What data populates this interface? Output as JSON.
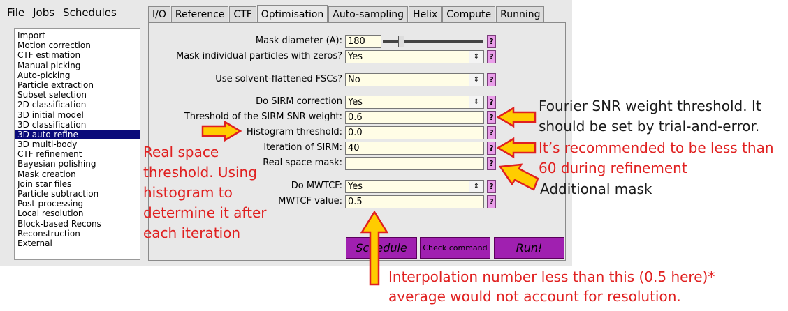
{
  "menu": [
    "File",
    "Jobs",
    "Schedules"
  ],
  "jobs": [
    "Import",
    "Motion correction",
    "CTF estimation",
    "Manual picking",
    "Auto-picking",
    "Particle extraction",
    "Subset selection",
    "2D classification",
    "3D initial model",
    "3D classification",
    "3D auto-refine",
    "3D multi-body",
    "CTF refinement",
    "Bayesian polishing",
    "Mask creation",
    "Join star files",
    "Particle subtraction",
    "Post-processing",
    "Local resolution",
    "Block-based Recons",
    "Reconstruction",
    "External"
  ],
  "selected_job": "3D auto-refine",
  "tabs": [
    "I/O",
    "Reference",
    "CTF",
    "Optimisation",
    "Auto-sampling",
    "Helix",
    "Compute",
    "Running"
  ],
  "active_tab": "Optimisation",
  "form": {
    "mask_diameter": {
      "label": "Mask diameter (A):",
      "value": "180"
    },
    "mask_zeros": {
      "label": "Mask individual particles with zeros?",
      "value": "Yes"
    },
    "solvent_fsc": {
      "label": "Use solvent-flattened FSCs?",
      "value": "No"
    },
    "sirm": {
      "label": "Do SIRM correction",
      "value": "Yes"
    },
    "sirm_snr": {
      "label": "Threshold of the SIRM SNR weight:",
      "value": "0.6"
    },
    "hist": {
      "label": "Histogram threshold:",
      "value": "0.0"
    },
    "iter": {
      "label": "Iteration of SIRM:",
      "value": "40"
    },
    "rsmask": {
      "label": "Real space mask:",
      "value": ""
    },
    "mwtcf": {
      "label": "Do MWTCF:",
      "value": "Yes"
    },
    "mwtcf_val": {
      "label": "MWTCF value:",
      "value": "0.5"
    },
    "help": "?",
    "dd": "⇕"
  },
  "buttons": {
    "schedule": "Schedule",
    "check": "Check command",
    "run": "Run!"
  },
  "notes": {
    "fourier1": "Fourier SNR weight threshold. It",
    "fourier2": "should be set by trial-and-error.",
    "iter1": "It’s recommended to be less than",
    "iter2": "60 during refinement",
    "mask": "Additional mask",
    "real1": "Real space",
    "real2": "threshold. Using",
    "real3": "histogram to",
    "real4": "determine it after",
    "real5": "each iteration",
    "interp1": "Interpolation number less than this (0.5 here)*",
    "interp2": "average would not account for resolution."
  },
  "colors": {
    "annotation_red": "#e02020",
    "arrow_fill": "#ffcc00",
    "arrow_stroke": "#e02020",
    "selected": "#0a0a7a",
    "button": "#a020b0",
    "help": "#e99ee9"
  }
}
